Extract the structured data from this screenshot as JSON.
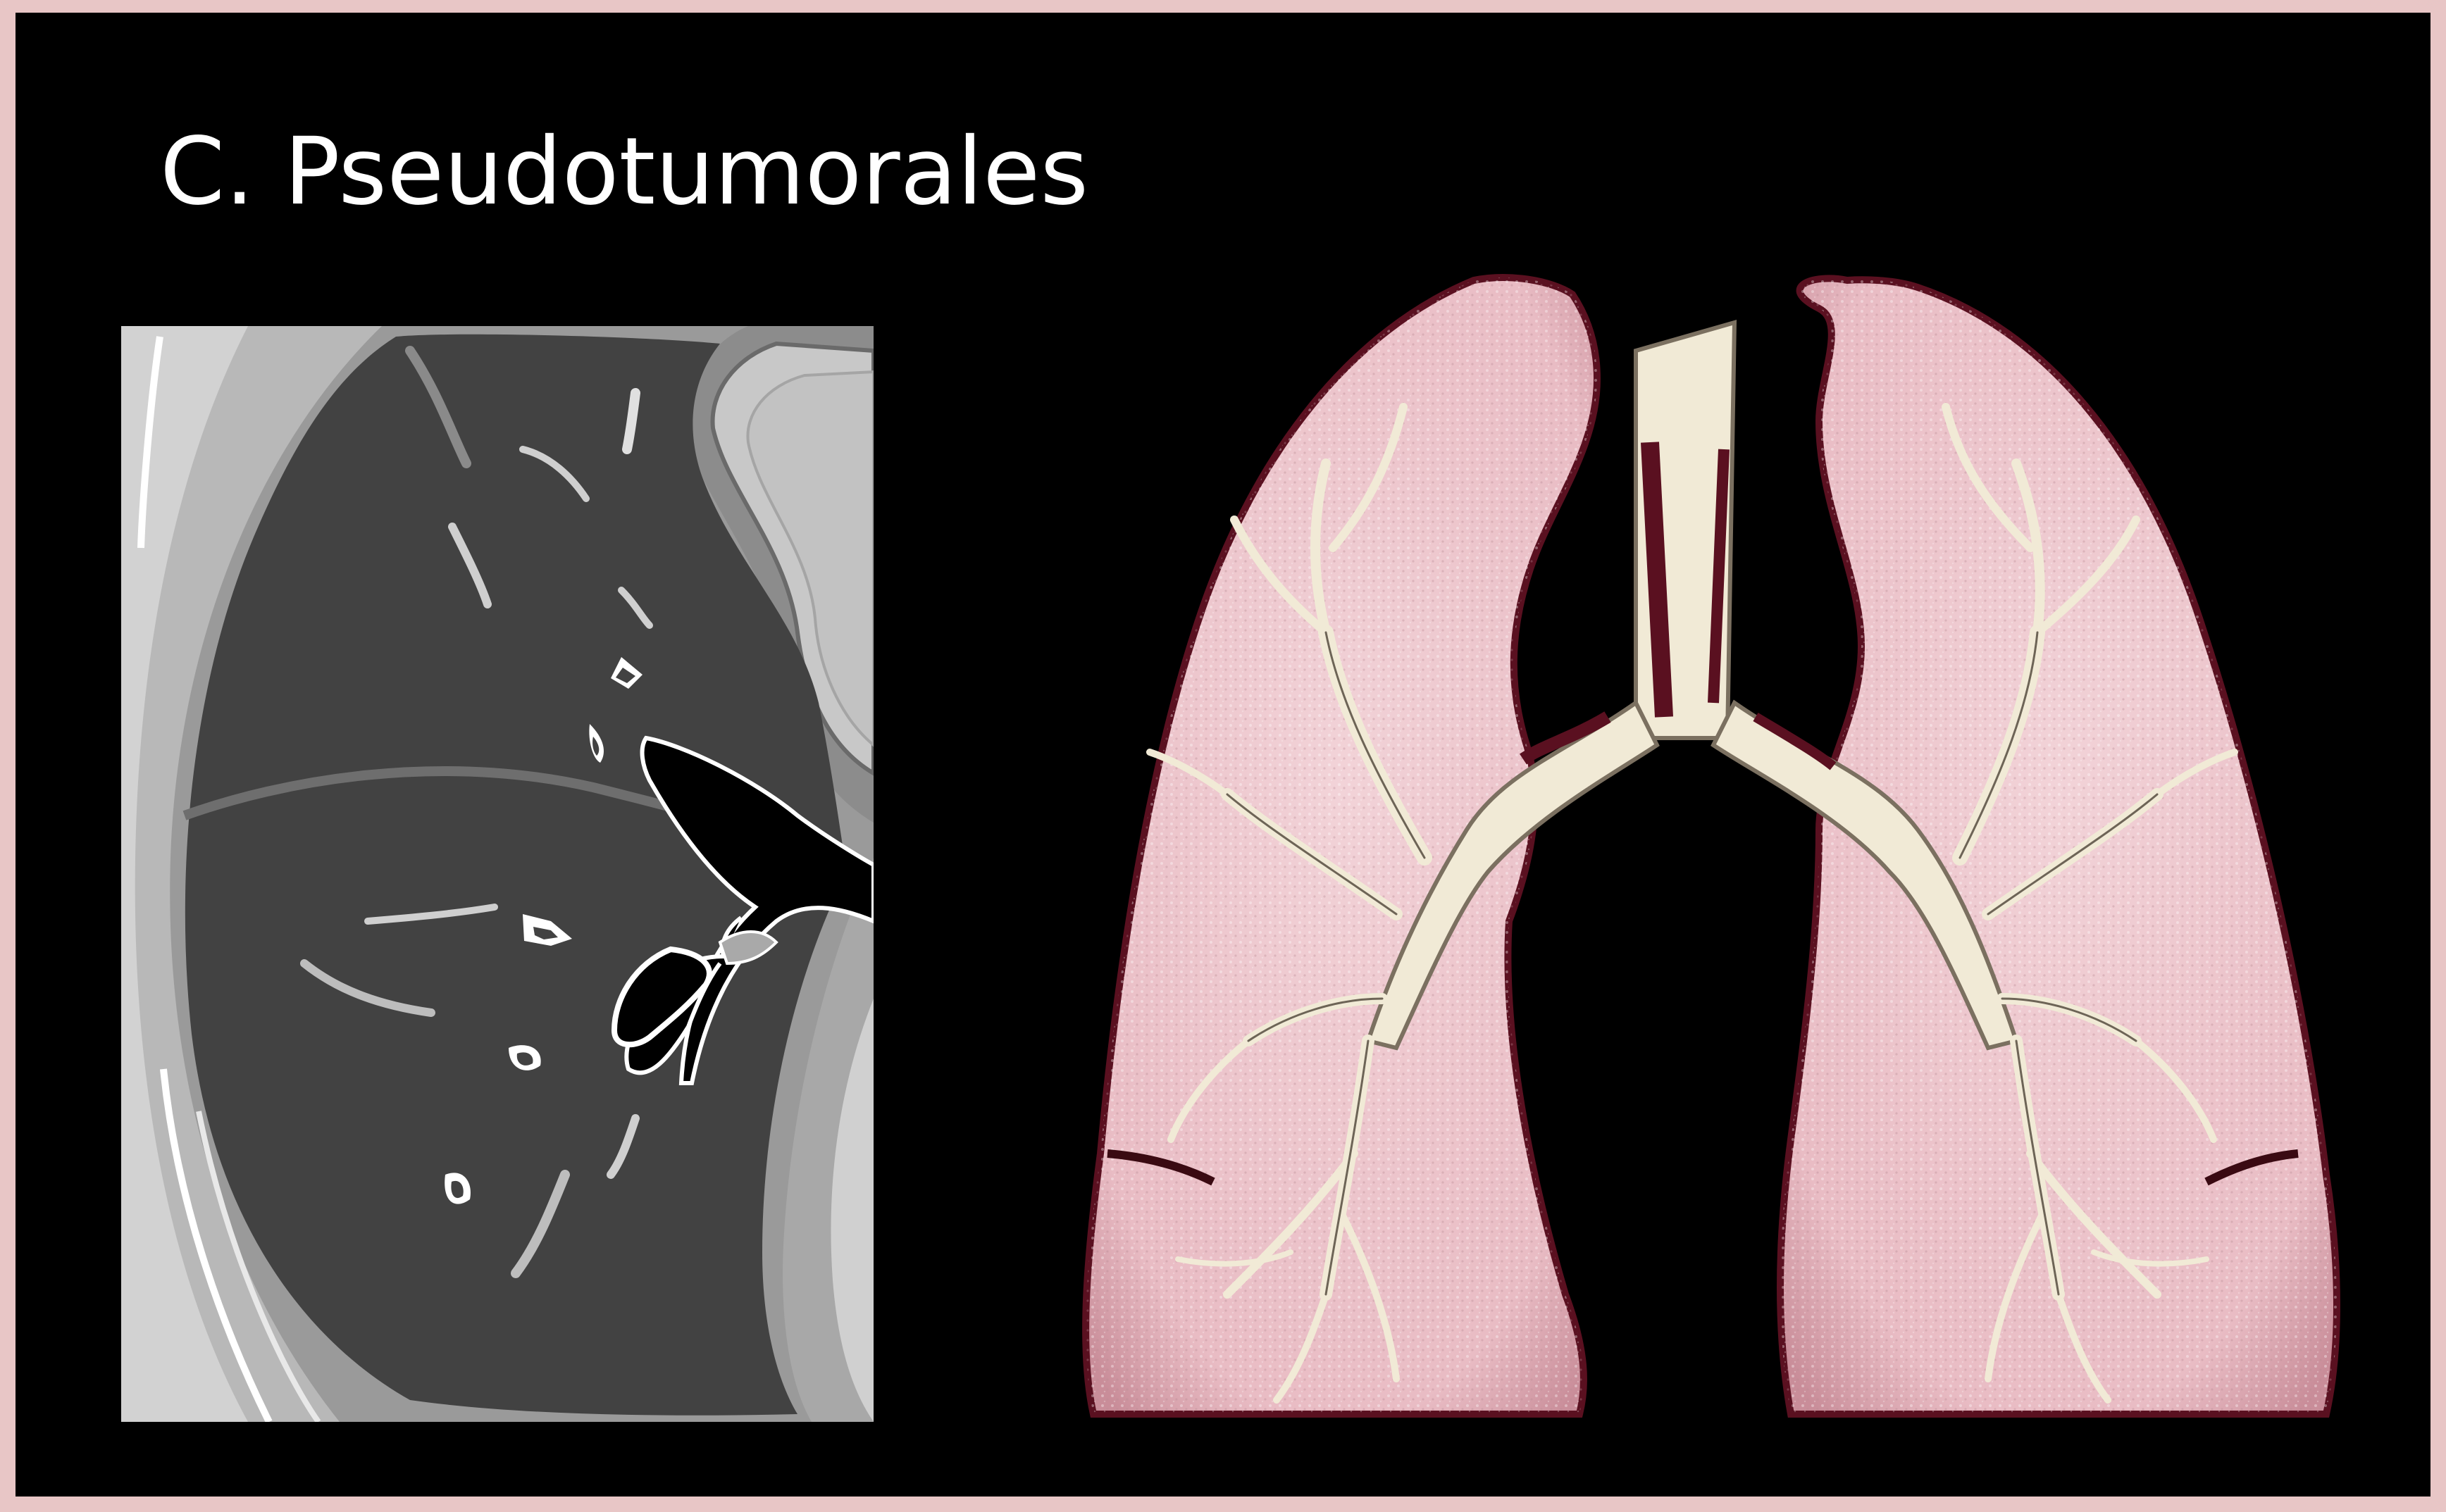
{
  "slide": {
    "title": "C. Pseudotumorales"
  },
  "figures": {
    "ct_panel": {
      "kind": "illustration",
      "icon": "ct-scan-illustration"
    },
    "lungs": {
      "kind": "illustration",
      "icon": "lungs-bronchial-tree-illustration"
    }
  },
  "colors": {
    "frame_border": "#e8c6c6",
    "slide_background": "#000000",
    "title_text": "#ffffff",
    "lung_tissue": "#efc9cf",
    "bronchial_tree": "#f1ead6",
    "ct_lung_field": "#424242"
  }
}
